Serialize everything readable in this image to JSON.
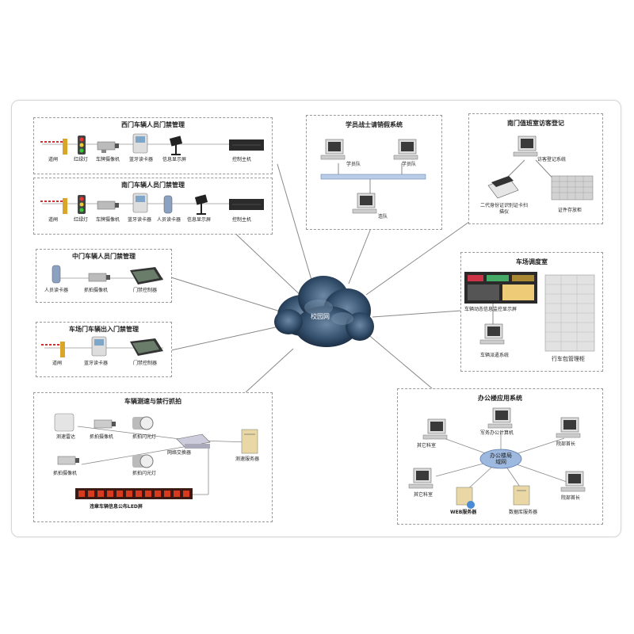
{
  "cloud_label": "校园网",
  "panels": {
    "west_gate": {
      "title": "西门车辆人员门禁管理",
      "labels": [
        "道闸",
        "红绿灯",
        "车牌摄像机",
        "蓝牙读卡器",
        "信息显示屏",
        "控制主机"
      ]
    },
    "south_gate": {
      "title": "南门车辆人员门禁管理",
      "labels": [
        "道闸",
        "红绿灯",
        "车牌摄像机",
        "蓝牙读卡器",
        "人员读卡器",
        "信息显示屏",
        "控制主机"
      ]
    },
    "middle_gate": {
      "title": "中门车辆人员门禁管理",
      "labels": [
        "人员读卡器",
        "抓拍摄像机",
        "门禁控制器"
      ]
    },
    "depot_gate": {
      "title": "车场门车辆出入门禁管理",
      "labels": [
        "道闸",
        "蓝牙读卡器",
        "门禁控制器"
      ]
    },
    "speed": {
      "title": "车辆测速与禁行抓拍",
      "labels": [
        "测速雷达",
        "抓拍摄像机",
        "抓拍闪光灯",
        "网络交换器",
        "测速服务器",
        "抓拍摄像机",
        "抓拍闪光灯",
        "违章车辆信息公布LED屏"
      ]
    },
    "leave": {
      "title": "学员战士请销假系统",
      "labels": [
        "学员队",
        "学员队",
        "连队"
      ]
    },
    "visitor": {
      "title": "南门值班室访客登记",
      "labels": [
        "访客登记系统",
        "二代身份证识别证卡扫描仪",
        "证件存放柜"
      ]
    },
    "dispatch": {
      "title": "车场调度室",
      "labels": [
        "车辆动态信息监控显示屏",
        "车辆派遣系统",
        "行车包管理柜"
      ]
    },
    "office": {
      "title": "办公楼应用系统",
      "hub": "办公楼局域网",
      "labels": [
        "其它科室",
        "军务办公计算机",
        "院部首长",
        "其它科室",
        "WEB服务器",
        "数据库服务器",
        "院部首长"
      ]
    }
  },
  "colors": {
    "panel_border": "#9a9a9a",
    "line": "#888888",
    "cloud_dark": "#1f3247",
    "cloud_light": "#5b7691",
    "hub_fill": "#9db9e0",
    "led_red": "#d83a1e"
  }
}
